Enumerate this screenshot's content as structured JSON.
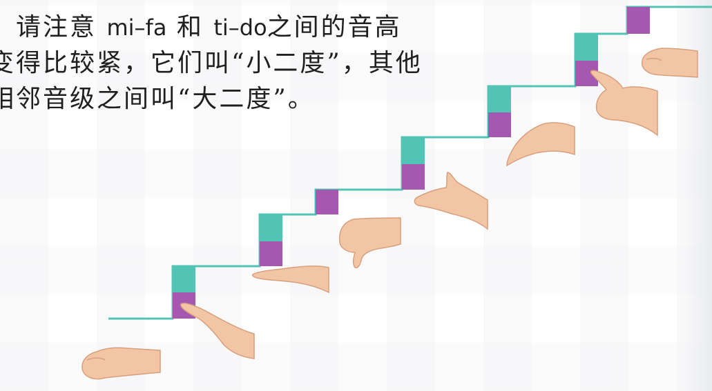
{
  "intro": {
    "line1_prefix": "请注意",
    "solfege_1": "mi–fa",
    "connector": "和",
    "solfege_2": "ti–do",
    "line1_suffix": "之间的音高",
    "line2": "变得比较紧，它们叫“小二度”，其他",
    "line3": "相邻音级之间叫“大二度”。"
  },
  "staircase": {
    "colors": {
      "whole_step_top": "#52c3b4",
      "half_step": "#a558b0",
      "tread_line": "#52c3b4"
    },
    "steps": [
      {
        "degree": 1,
        "hand_sign": "fist-hand-icon"
      },
      {
        "degree": 2,
        "hand_sign": "angled-flat-hand-icon"
      },
      {
        "degree": 3,
        "hand_sign": "flat-palm-down-hand-icon"
      },
      {
        "degree": 4,
        "hand_sign": "thumb-down-hand-icon",
        "half_step_below": true
      },
      {
        "degree": 5,
        "hand_sign": "open-palm-hand-icon"
      },
      {
        "degree": 6,
        "hand_sign": "cupped-hand-icon"
      },
      {
        "degree": 7,
        "hand_sign": "pointing-up-hand-icon"
      },
      {
        "degree": 8,
        "hand_sign": "fist-hand-icon",
        "half_step_below": true
      }
    ]
  }
}
